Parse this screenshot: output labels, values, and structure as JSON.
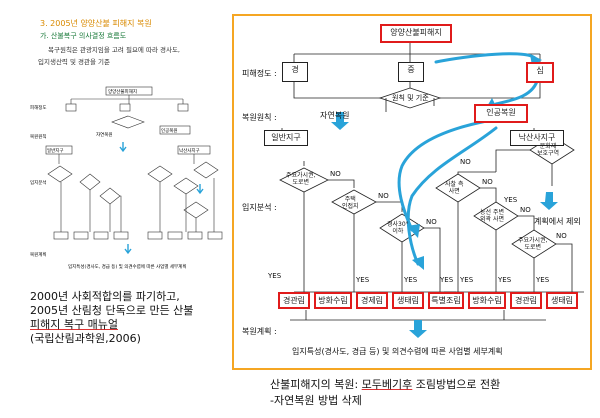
{
  "left_doc": {
    "title": "3. 2005년 양양산불 피해지 복원",
    "subtitle": "가. 산불복구 의사결정 흐름도",
    "note_line1": "복구원칙은 관광지임을 고려 필요에 따라 경사도,",
    "note_line2": "입지생산력 및 경관을 기준",
    "mini_labels": {
      "top": "양양산불피해지",
      "damage": "피해정도",
      "principle": "복원원칙",
      "general": "일반지구",
      "coastal": "낙산사지구",
      "natural": "자연복원",
      "artificial": "인공복원",
      "analysis": "입지분석",
      "plan": "복원계획",
      "footer": "입지특성(경사도, 경급 등) 및 의견수렴에 따른 사업별 세부계획"
    }
  },
  "left_caption": {
    "line1": "2000년 사회적합의를 파기하고,",
    "line2": "2005년 산림청 단독으로 만든 산불",
    "line3": "피해지 복구 매뉴얼",
    "line4": "(국립산림과학원,2006)"
  },
  "diagram": {
    "top": "양양산불피해지",
    "damage_label": "피해정도 :",
    "light": "경",
    "medium": "중",
    "severe": "심",
    "criteria": "원칙 및 기준",
    "principle_label": "복원원칙 :",
    "natural": "자연복원",
    "artificial": "인공복원",
    "general": "일반지구",
    "coastal": "낙산사지구",
    "analysis_label": "입지분석 :",
    "d_main_species": "주요가시권,\n도로변",
    "d_main": "주택\n인접지",
    "d_slope": "경사30°\n이하",
    "d_heritage": "문화재\n보호구역",
    "d_temple": "사찰 측\n사면",
    "d_rear": "능선 주변\n외곽 사면",
    "d_main2": "주요가시권,\n도로변",
    "excluded": "계획에서 제외",
    "yes": "YES",
    "no": "NO",
    "out_1": "경관림",
    "out_2": "방화수림",
    "out_3": "경제림",
    "out_4": "생태림",
    "out_5": "특별조림",
    "out_6": "방화수림",
    "out_7": "경관림",
    "out_8": "생태림",
    "plan_label": "복원계획 :",
    "footer": "입지특성(경사도, 경급 등) 및 의견수렴에 따른 사업별 세부계획"
  },
  "bottom_caption": {
    "line1_a": "산불피해지의 복원: ",
    "line1_b": "모두베기후",
    "line1_c": " 조림방법으로 전환",
    "line2": "-자연복원 방법 삭제"
  },
  "colors": {
    "highlight_red": "#e01b1b",
    "panel_border": "#f5a623",
    "arrow_blue": "#29a3d9"
  }
}
